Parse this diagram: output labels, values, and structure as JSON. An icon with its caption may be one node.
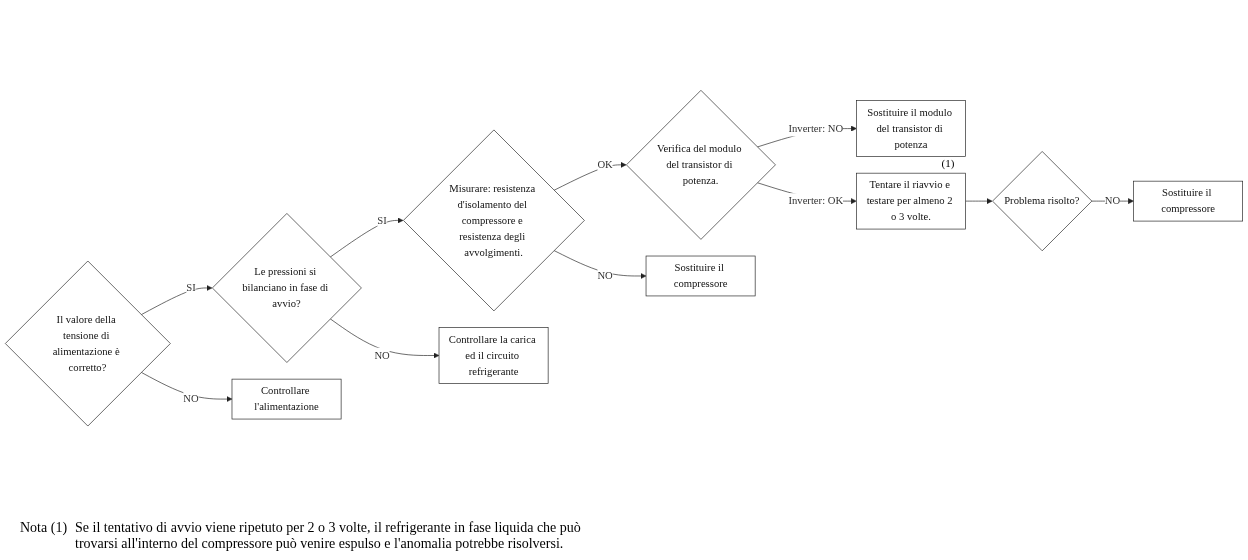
{
  "diagram": {
    "nodes": [
      {
        "text": [
          "Il valore della tensione di alimentazione è corretto?"
        ]
      },
      {
        "text": [
          "Le pressioni si bilanciano in fase di avvio?"
        ]
      },
      {
        "text": [
          "Misurare: resistenza d'isolamento del compressore e resistenza degli avvolgimenti."
        ]
      },
      {
        "text": [
          "Verifica del modulo del transistor di potenza."
        ]
      },
      {
        "text": [
          "Sostituire il modulo del transistor di potenza"
        ]
      },
      {
        "text": [
          "Controllare l'alimentazione"
        ]
      },
      {
        "text": [
          "Controllare la carica ed il circuito refrigerante"
        ]
      },
      {
        "text": [
          "Sostituire il compressore"
        ]
      },
      {
        "text": [
          "Tentare il riavvio e testare per almeno 2 o 3 volte."
        ],
        "beside": [
          "(1)"
        ]
      },
      {
        "text": [
          "Problema risolto?"
        ]
      },
      {
        "text": [
          "Sostituire il compressore"
        ]
      }
    ],
    "edges": [
      {
        "from": 0,
        "to": 1,
        "arrow": "to",
        "label": "SI"
      },
      {
        "from": 1,
        "to": 2,
        "arrow": "to",
        "label": "SI"
      },
      {
        "from": 2,
        "to": 3,
        "arrow": "to",
        "label": "OK"
      },
      {
        "from": 3,
        "to": 4,
        "arrow": "to",
        "label": "Inverter: NO"
      },
      {
        "from": 0,
        "to": 5,
        "arrow": "to",
        "label": "NO"
      },
      {
        "from": 1,
        "to": 6,
        "arrow": "to",
        "label": "NO"
      },
      {
        "from": 2,
        "to": 7,
        "arrow": "to",
        "label": "NO"
      },
      {
        "from": 3,
        "to": 8,
        "arrow": "to",
        "label": "Inverter: OK"
      },
      {
        "from": 8,
        "to": 9,
        "arrow": "to"
      },
      {
        "from": 9,
        "to": 10,
        "arrow": "to",
        "label": "NO"
      }
    ],
    "labels": [
      "Nota (1)",
      "Se il tentativo di avvio viene ripetuto per 2 o 3 volte, il refrigerante in fase liquida che può trovarsi all'interno del compressore può venire espulso e l'anomalia potrebbe risolversi."
    ]
  }
}
